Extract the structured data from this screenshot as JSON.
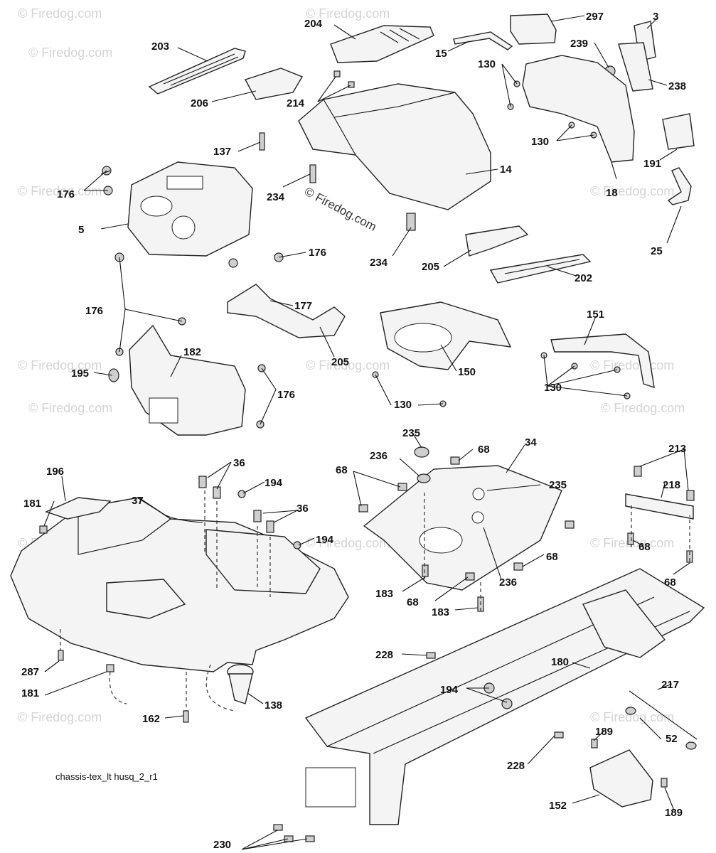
{
  "watermark": "© Firedog.com",
  "center_watermark": "© Firedog.com",
  "caption": "chassis-tex_lt husq_2_r1",
  "labels": [
    "203",
    "204",
    "297",
    "3",
    "15",
    "239",
    "206",
    "214",
    "130",
    "238",
    "137",
    "14",
    "130",
    "191",
    "176",
    "5",
    "234",
    "18",
    "25",
    "234",
    "205",
    "202",
    "176",
    "176",
    "177",
    "151",
    "195",
    "182",
    "205",
    "150",
    "176",
    "130",
    "130",
    "235",
    "196",
    "36",
    "236",
    "68",
    "34",
    "213",
    "181",
    "37",
    "194",
    "68",
    "235",
    "218",
    "36",
    "194",
    "68",
    "68",
    "183",
    "236",
    "68",
    "68",
    "183",
    "287",
    "228",
    "180",
    "217",
    "181",
    "194",
    "162",
    "138",
    "189",
    "52",
    "228",
    "152",
    "189",
    "230"
  ]
}
